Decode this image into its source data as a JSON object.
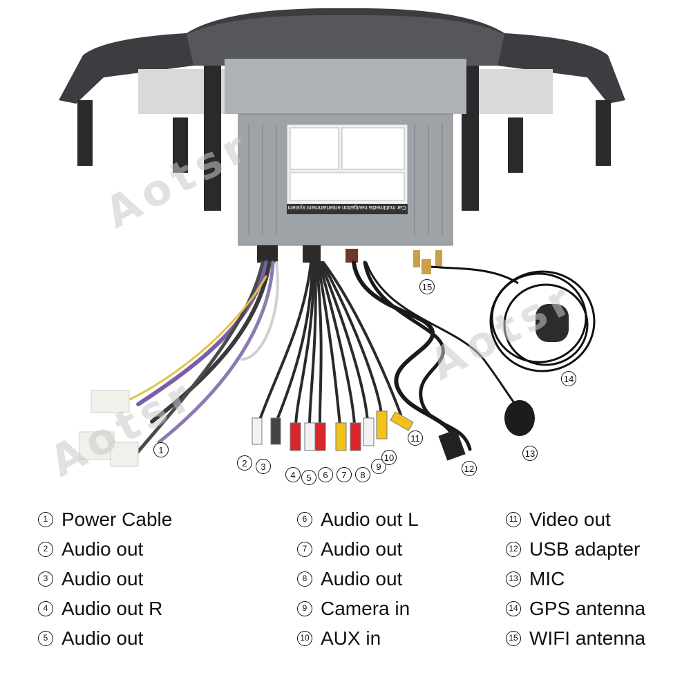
{
  "watermark": "Aotsr",
  "unit_label_title": "Car multimedia navigation entertainment system",
  "callouts": [
    "1",
    "2",
    "3",
    "4",
    "5",
    "6",
    "7",
    "8",
    "9",
    "10",
    "11",
    "12",
    "13",
    "14",
    "15"
  ],
  "legend": [
    {
      "num": "1",
      "label": "Power Cable"
    },
    {
      "num": "2",
      "label": "Audio out"
    },
    {
      "num": "3",
      "label": "Audio out"
    },
    {
      "num": "4",
      "label": "Audio out R"
    },
    {
      "num": "5",
      "label": "Audio out"
    },
    {
      "num": "6",
      "label": "Audio out L"
    },
    {
      "num": "7",
      "label": "Audio out"
    },
    {
      "num": "8",
      "label": "Audio out"
    },
    {
      "num": "9",
      "label": "Camera in"
    },
    {
      "num": "10",
      "label": "AUX in"
    },
    {
      "num": "11",
      "label": "Video out"
    },
    {
      "num": "12",
      "label": "USB adapter"
    },
    {
      "num": "13",
      "label": "MIC"
    },
    {
      "num": "14",
      "label": "GPS antenna"
    },
    {
      "num": "15",
      "label": "WIFI antenna"
    }
  ],
  "colors": {
    "frame": "#3c3d40",
    "unit": "#9ea3a8",
    "red": "#d8262b",
    "white": "#f2f2f2",
    "yellow": "#f2c21a",
    "cable": "#1a1a1a"
  }
}
